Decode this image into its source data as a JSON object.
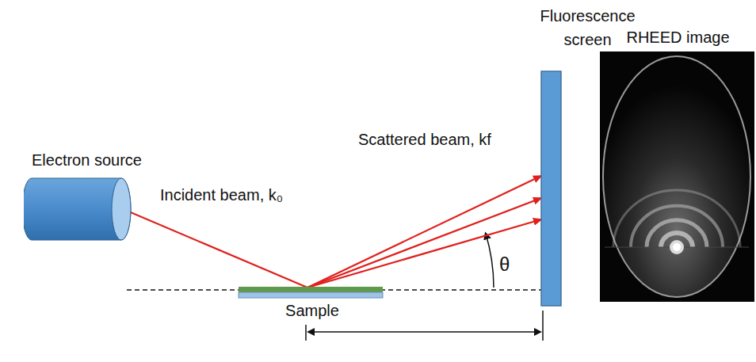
{
  "diagram": {
    "nodes": [
      {
        "text": [
          "Electron source"
        ]
      },
      {
        "text": [
          "Sample"
        ]
      },
      {
        "text": [
          "Fluorescence screen"
        ]
      },
      {
        "text": [
          "RHEED image"
        ]
      }
    ],
    "edges": [
      {
        "from": 0,
        "to": 1,
        "arrow": "none",
        "label": "Incident beam, k₀"
      },
      {
        "from": 1,
        "to": 2,
        "arrow": "to",
        "label": "Scattered beam, kf"
      },
      {
        "from": 1,
        "to": 2,
        "arrow": "to"
      },
      {
        "from": 1,
        "to": 2,
        "arrow": "to"
      }
    ],
    "labels": [
      "θ"
    ]
  }
}
